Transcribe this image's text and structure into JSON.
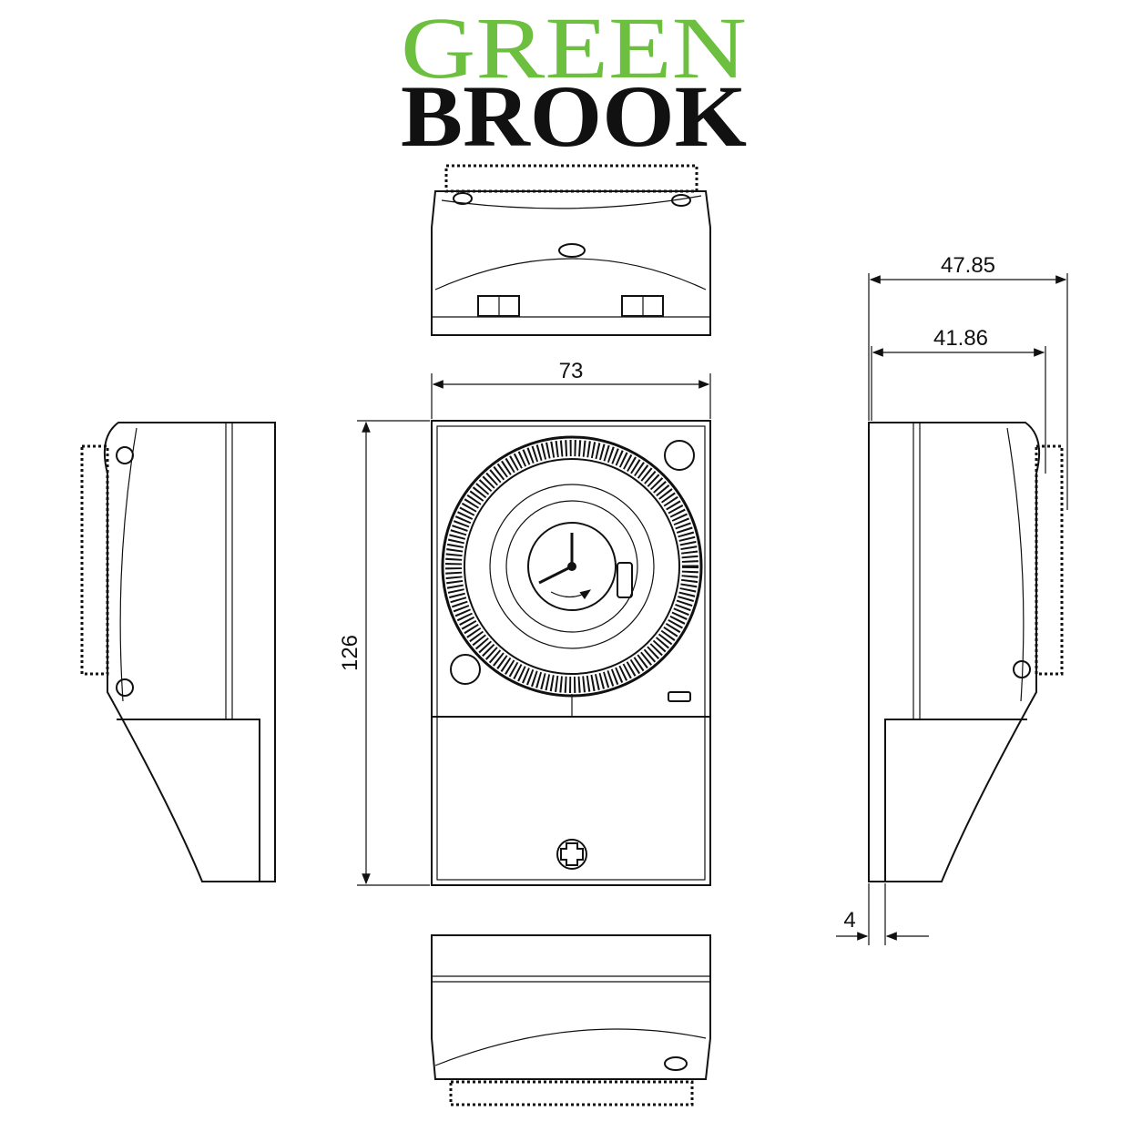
{
  "brand": {
    "line1": "GREEN",
    "line2": "BROOK",
    "colors": {
      "green": "#6cbf3f",
      "black": "#111111"
    }
  },
  "dimensions": {
    "width": "73",
    "height": "126",
    "depth_total": "47.85",
    "depth_body": "41.86",
    "back_offset": "4"
  }
}
